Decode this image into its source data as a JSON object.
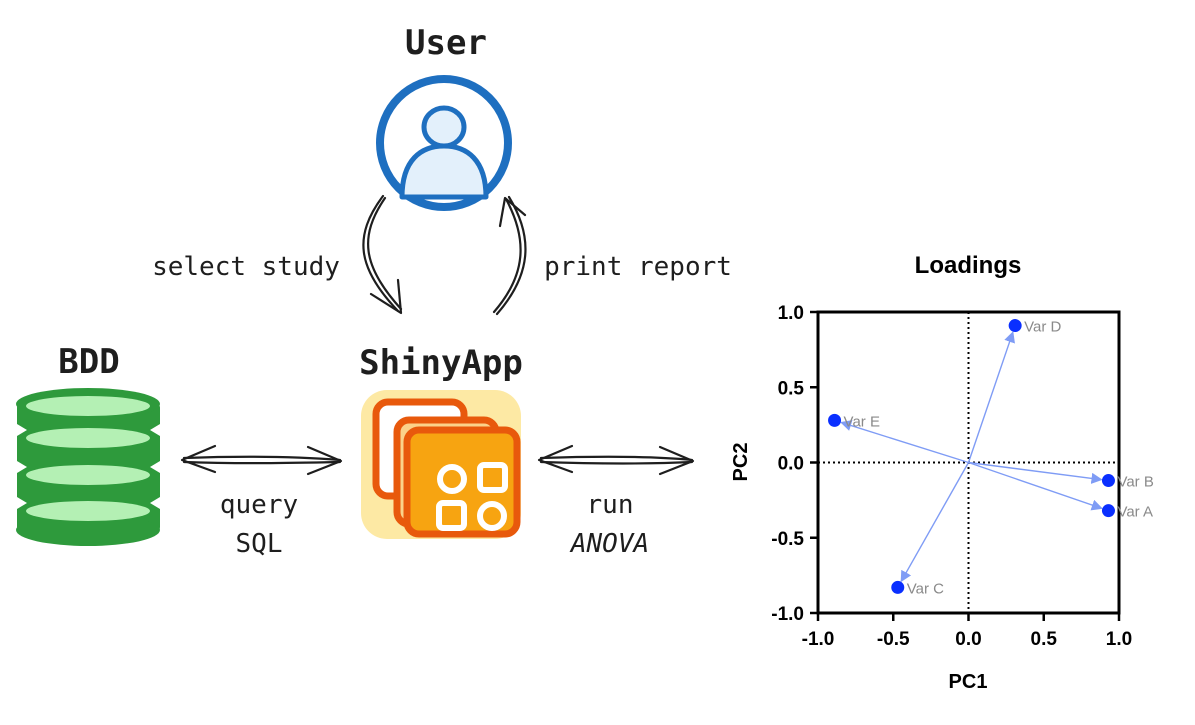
{
  "diagram": {
    "user_label": "User",
    "app_label": "ShinyApp",
    "db_label": "BDD",
    "edge_select": "select study",
    "edge_print": "print report",
    "edge_query": [
      "query",
      "SQL"
    ],
    "edge_run": [
      "run",
      "ANOVA"
    ],
    "colors": {
      "user_stroke": "#1e6fc0",
      "user_fill": "#e3f0fb",
      "db_dark": "#2e9a3c",
      "db_light": "#b4f0b4",
      "app_bg": "#fde9a4",
      "app_orange": "#f7a411",
      "app_red": "#e8590c"
    },
    "icons": [
      "user-icon",
      "database-icon",
      "shinyapp-icon"
    ]
  },
  "chart_data": {
    "type": "scatter",
    "title": "Loadings",
    "xlabel": "PC1",
    "ylabel": "PC2",
    "xlim": [
      -1.0,
      1.0
    ],
    "ylim": [
      -1.0,
      1.0
    ],
    "xticks": [
      "-1.0",
      "-0.5",
      "0.0",
      "0.5",
      "1.0"
    ],
    "yticks": [
      "1.0",
      "0.5",
      "0.0",
      "-0.5",
      "-1.0"
    ],
    "point_color": "#0a2fff",
    "arrow_color": "#7f9cf5",
    "points": [
      {
        "label": "Var D",
        "x": 0.31,
        "y": 0.91
      },
      {
        "label": "Var E",
        "x": -0.89,
        "y": 0.28
      },
      {
        "label": "Var B",
        "x": 0.93,
        "y": -0.12
      },
      {
        "label": "Var A",
        "x": 0.93,
        "y": -0.32
      },
      {
        "label": "Var C",
        "x": -0.47,
        "y": -0.83
      }
    ]
  }
}
